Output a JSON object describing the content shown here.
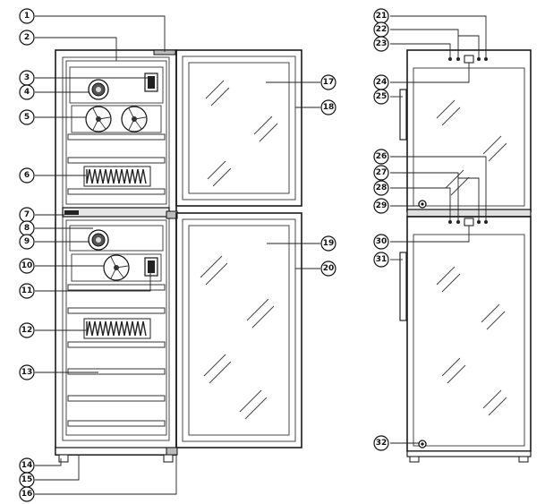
{
  "callouts": [
    {
      "id": "c1",
      "label": "1"
    },
    {
      "id": "c2",
      "label": "2"
    },
    {
      "id": "c3",
      "label": "3"
    },
    {
      "id": "c4",
      "label": "4"
    },
    {
      "id": "c5",
      "label": "5"
    },
    {
      "id": "c6",
      "label": "6"
    },
    {
      "id": "c7",
      "label": "7"
    },
    {
      "id": "c8",
      "label": "8"
    },
    {
      "id": "c9",
      "label": "9"
    },
    {
      "id": "c10",
      "label": "10"
    },
    {
      "id": "c11",
      "label": "11"
    },
    {
      "id": "c12",
      "label": "12"
    },
    {
      "id": "c13",
      "label": "13"
    },
    {
      "id": "c14",
      "label": "14"
    },
    {
      "id": "c15",
      "label": "15"
    },
    {
      "id": "c16",
      "label": "16"
    },
    {
      "id": "c17",
      "label": "17"
    },
    {
      "id": "c18",
      "label": "18"
    },
    {
      "id": "c19",
      "label": "19"
    },
    {
      "id": "c20",
      "label": "20"
    },
    {
      "id": "c21",
      "label": "21"
    },
    {
      "id": "c22",
      "label": "22"
    },
    {
      "id": "c23",
      "label": "23"
    },
    {
      "id": "c24",
      "label": "24"
    },
    {
      "id": "c25",
      "label": "25"
    },
    {
      "id": "c26",
      "label": "26"
    },
    {
      "id": "c27",
      "label": "27"
    },
    {
      "id": "c28",
      "label": "28"
    },
    {
      "id": "c29",
      "label": "29"
    },
    {
      "id": "c30",
      "label": "30"
    },
    {
      "id": "c31",
      "label": "31"
    },
    {
      "id": "c32",
      "label": "32"
    }
  ]
}
